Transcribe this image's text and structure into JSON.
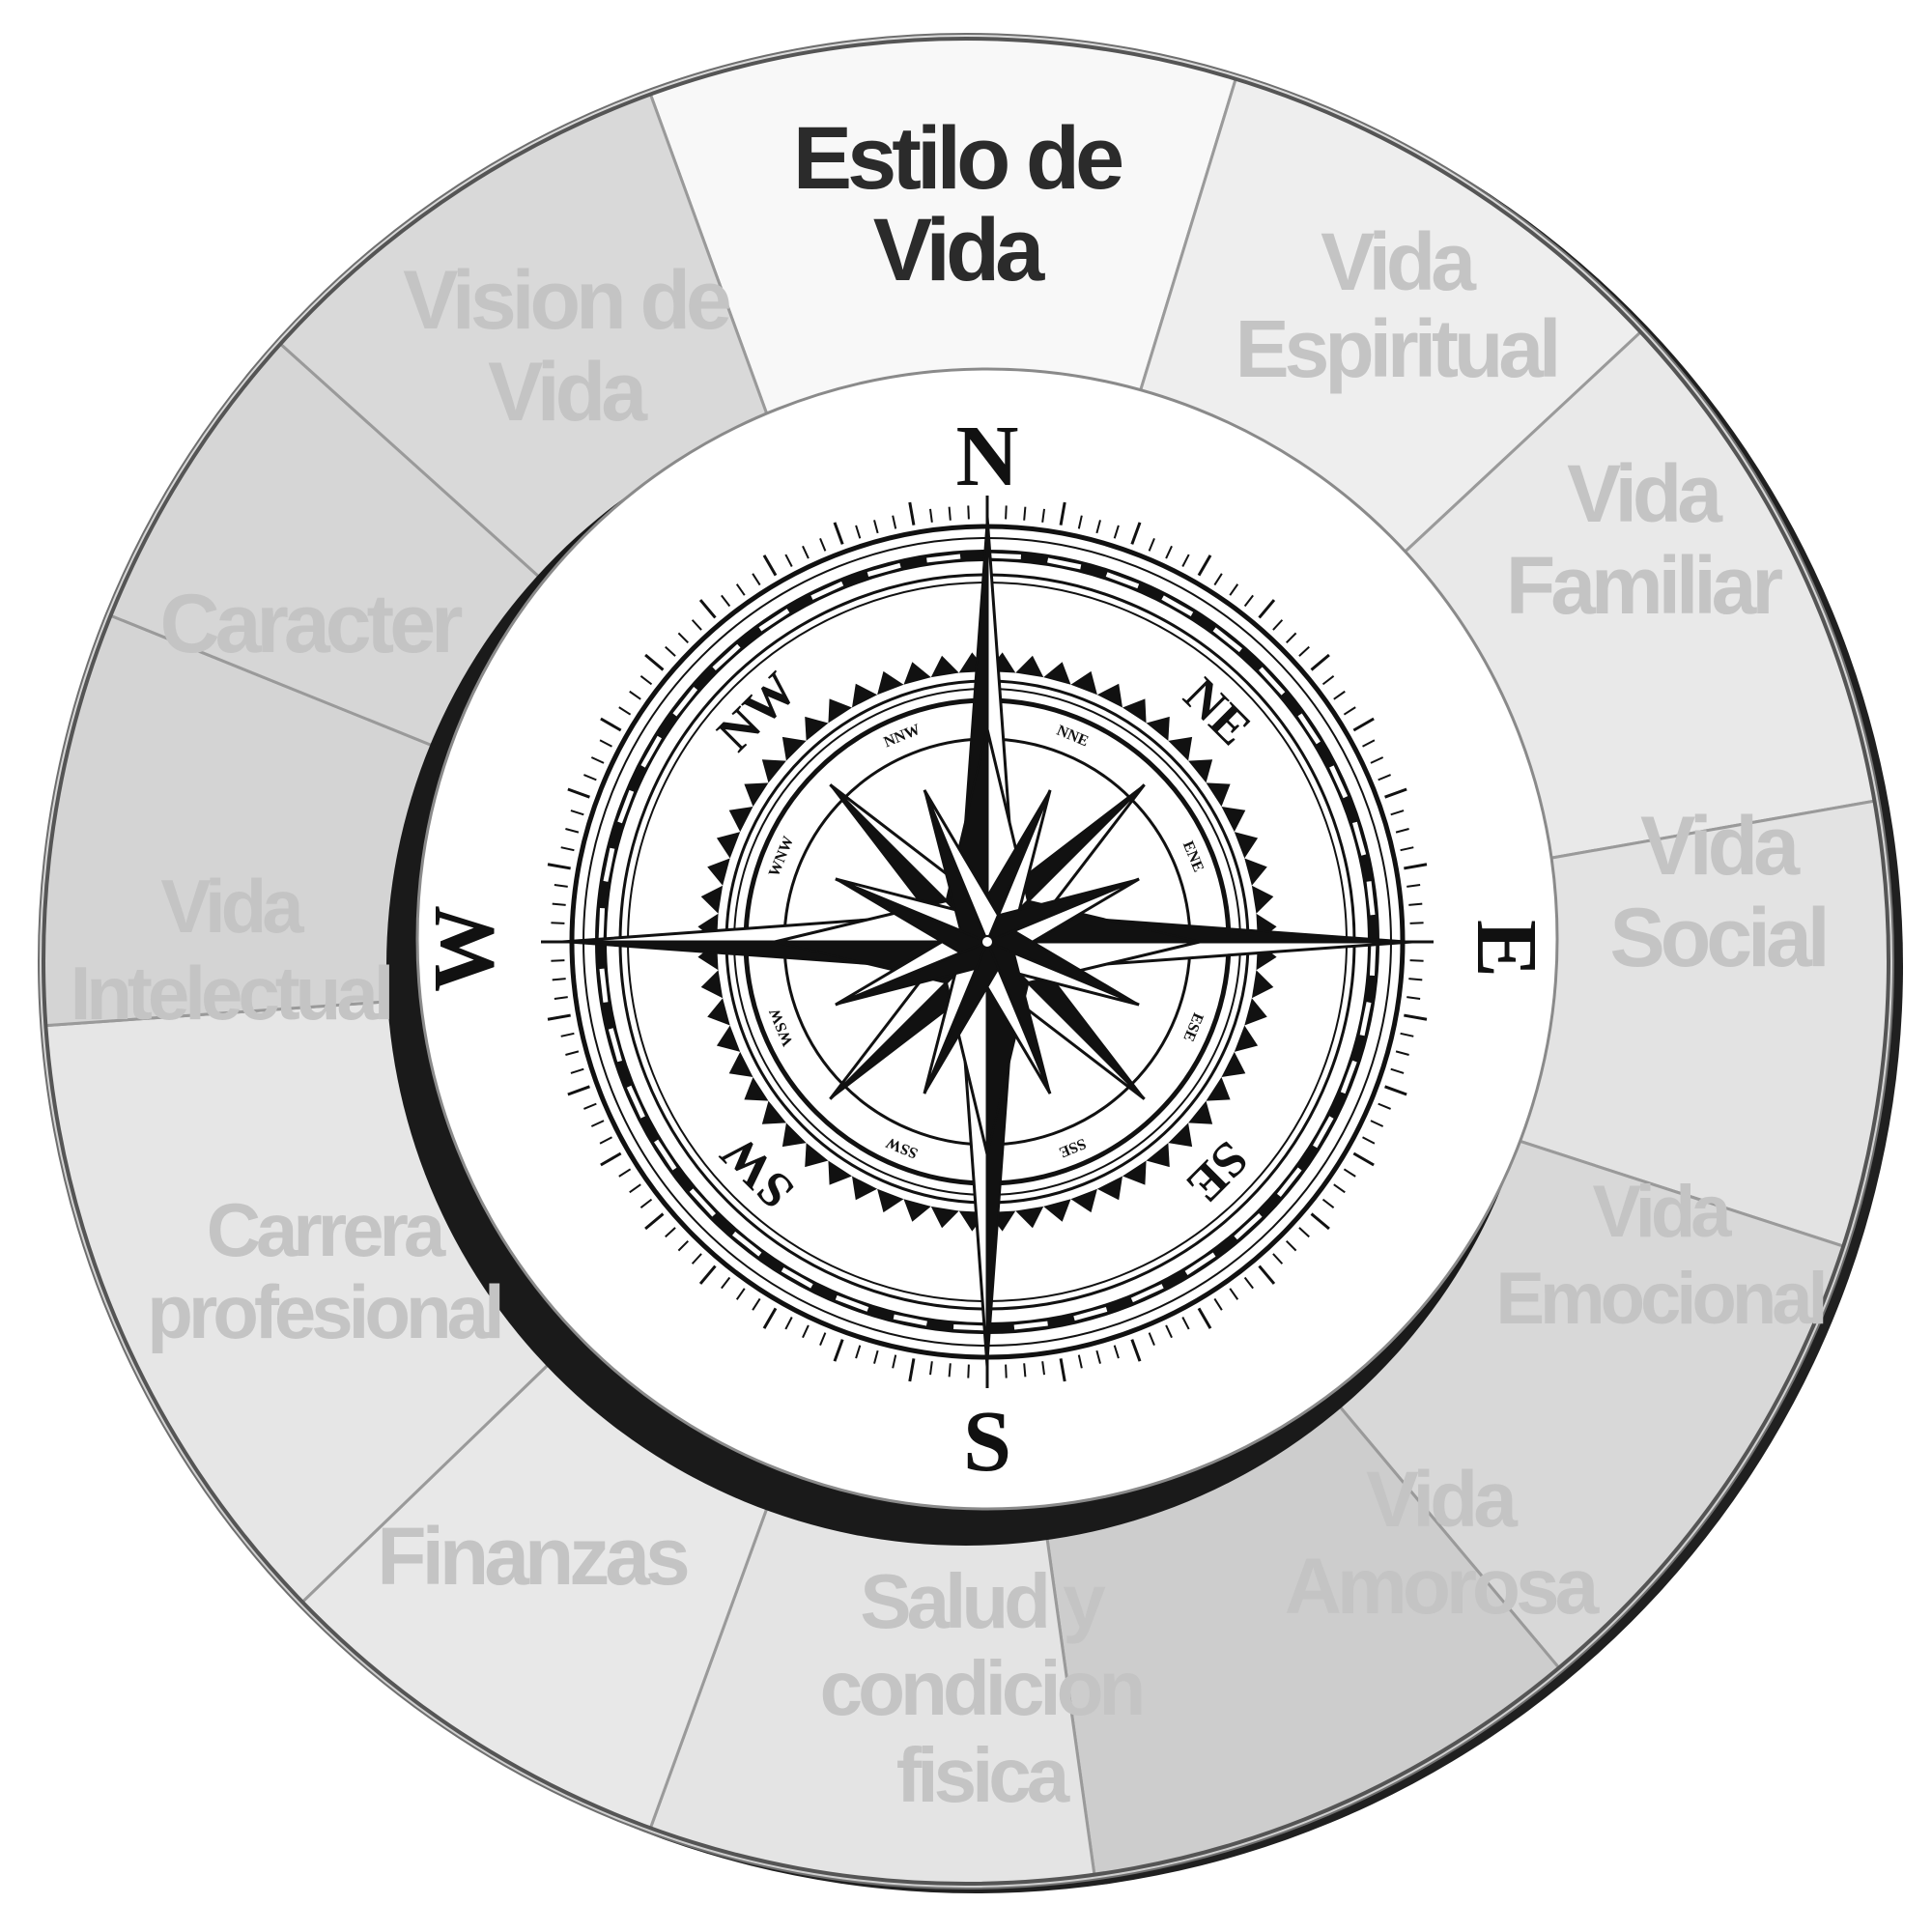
{
  "segments": [
    {
      "id": "estilo-de-vida",
      "lines": [
        "Estilo de",
        "Vida"
      ],
      "highlighted": true
    },
    {
      "id": "vida-espiritual",
      "lines": [
        "Vida",
        "Espiritual"
      ],
      "highlighted": false
    },
    {
      "id": "vida-familiar",
      "lines": [
        "Vida",
        "Familiar"
      ],
      "highlighted": false
    },
    {
      "id": "vida-social",
      "lines": [
        "Vida",
        "Social"
      ],
      "highlighted": false
    },
    {
      "id": "vida-emocional",
      "lines": [
        "Vida",
        "Emocional"
      ],
      "highlighted": false
    },
    {
      "id": "vida-amorosa",
      "lines": [
        "Vida",
        "Amorosa"
      ],
      "highlighted": false
    },
    {
      "id": "salud-y-condicion-fisica",
      "lines": [
        "Salud y",
        "condicion",
        "fisica"
      ],
      "highlighted": false
    },
    {
      "id": "finanzas",
      "lines": [
        "Finanzas"
      ],
      "highlighted": false
    },
    {
      "id": "carrera-profesional",
      "lines": [
        "Carrera",
        "profesional"
      ],
      "highlighted": false
    },
    {
      "id": "vida-intelectual",
      "lines": [
        "Vida",
        "Intelectual"
      ],
      "highlighted": false
    },
    {
      "id": "caracter",
      "lines": [
        "Caracter"
      ],
      "highlighted": false
    },
    {
      "id": "vision-de-vida",
      "lines": [
        "Vision de",
        "Vida"
      ],
      "highlighted": false
    }
  ],
  "compass": {
    "cardinals": [
      "N",
      "E",
      "S",
      "W"
    ],
    "intercardinals": [
      "NE",
      "SE",
      "SW",
      "NW"
    ],
    "sub_directions": [
      "NNE",
      "ENE",
      "ESE",
      "SSE",
      "SSW",
      "WSW",
      "WNW",
      "NNW"
    ]
  },
  "colors": {
    "highlight_text": "#2b2b2b",
    "muted_text": "#c4c4c4",
    "outline": "#111111",
    "divider": "#9a9a9a"
  }
}
